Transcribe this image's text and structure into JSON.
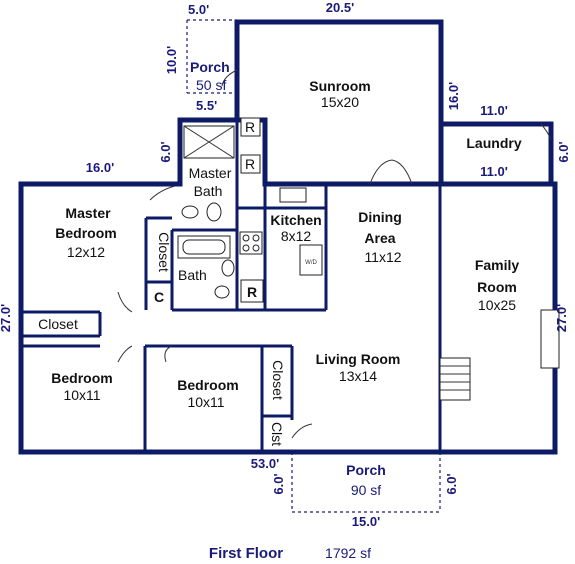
{
  "rooms": {
    "sunroom": {
      "name": "Sunroom",
      "size": "15x20"
    },
    "laundry": {
      "name": "Laundry"
    },
    "master_bath": {
      "name_line1": "Master",
      "name_line2": "Bath"
    },
    "master_bedroom": {
      "name_line1": "Master",
      "name_line2": "Bedroom",
      "size": "12x12"
    },
    "kitchen": {
      "name": "Kitchen",
      "size": "8x12"
    },
    "dining": {
      "name_line1": "Dining",
      "name_line2": "Area",
      "size": "11x12"
    },
    "family_room": {
      "name_line1": "Family",
      "name_line2": "Room",
      "size": "10x25"
    },
    "bath": {
      "name": "Bath"
    },
    "closet_master": {
      "name": "Closet"
    },
    "closet_c": {
      "name": "C"
    },
    "closet_hall": {
      "name": "Closet"
    },
    "bedroom_left": {
      "name": "Bedroom",
      "size": "10x11"
    },
    "bedroom_mid": {
      "name": "Bedroom",
      "size": "10x11"
    },
    "closet_bedroom": {
      "name": "Closet"
    },
    "closet_small": {
      "name": "Clst"
    },
    "living_room": {
      "name": "Living Room",
      "size": "13x14"
    }
  },
  "fixtures": {
    "refrigerator_1": "R",
    "refrigerator_2": "R",
    "refrigerator_kitchen": "R",
    "washer_label": "W/D"
  },
  "porches": {
    "back": {
      "name": "Porch",
      "area": "50 sf"
    },
    "front": {
      "name": "Porch",
      "area": "90 sf"
    }
  },
  "dimensions": {
    "porch_back_width": "5.0'",
    "porch_back_height": "10.0'",
    "porch_back_inner": "5.5'",
    "sunroom_width": "20.5'",
    "sunroom_height": "16.0'",
    "laundry_width_top": "11.0'",
    "laundry_width_bottom": "11.0'",
    "laundry_height": "6.0'",
    "bath_offset": "6.0'",
    "left_wing_width": "16.0'",
    "house_height_left": "27.0'",
    "house_height_right": "27.0'",
    "house_width_bottom": "53.0'",
    "front_porch_left": "6.0'",
    "front_porch_right": "6.0'",
    "front_porch_width": "15.0'"
  },
  "footer": {
    "title": "First Floor",
    "area": "1792 sf"
  }
}
